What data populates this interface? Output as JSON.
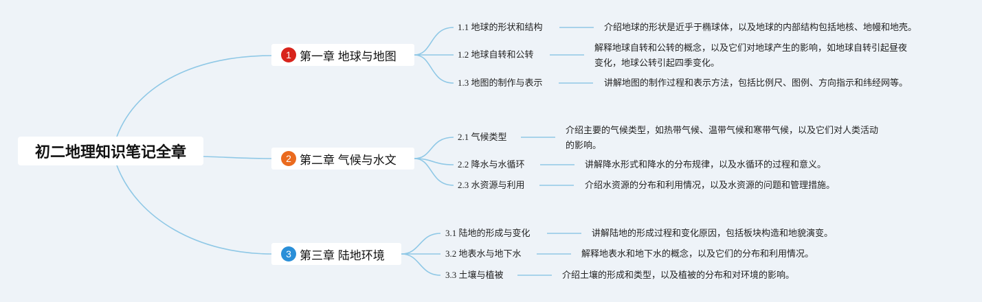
{
  "root": {
    "title": "初二地理知识笔记全章"
  },
  "chapters": [
    {
      "number": "1",
      "badge_color": "#d8241c",
      "title": "第一章 地球与地图",
      "sections": [
        {
          "label": "1.1 地球的形状和结构",
          "description": "介绍地球的形状是近乎于椭球体，以及地球的内部结构包括地核、地幔和地壳。"
        },
        {
          "label": "1.2 地球自转和公转",
          "description_lines": [
            "解释地球自转和公转的概念，以及它们对地球产生的影响，如地球自转引起昼夜",
            "变化，地球公转引起四季变化。"
          ]
        },
        {
          "label": "1.3 地图的制作与表示",
          "description": "讲解地图的制作过程和表示方法，包括比例尺、图例、方向指示和纬经网等。"
        }
      ]
    },
    {
      "number": "2",
      "badge_color": "#ea6a1e",
      "title": "第二章 气候与水文",
      "sections": [
        {
          "label": "2.1 气候类型",
          "description_lines": [
            "介绍主要的气候类型，如热带气候、温带气候和寒带气候，以及它们对人类活动",
            "的影响。"
          ]
        },
        {
          "label": "2.2 降水与水循环",
          "description": "讲解降水形式和降水的分布规律，以及水循环的过程和意义。"
        },
        {
          "label": "2.3 水资源与利用",
          "description": "介绍水资源的分布和利用情况，以及水资源的问题和管理措施。"
        }
      ]
    },
    {
      "number": "3",
      "badge_color": "#2a8fd8",
      "title": "第三章 陆地环境",
      "sections": [
        {
          "label": "3.1 陆地的形成与变化",
          "description": "讲解陆地的形成过程和变化原因，包括板块构造和地貌演变。"
        },
        {
          "label": "3.2 地表水与地下水",
          "description": "解释地表水和地下水的概念，以及它们的分布和利用情况。"
        },
        {
          "label": "3.3 土壤与植被",
          "description": "介绍土壤的形成和类型，以及植被的分布和对环境的影响。"
        }
      ]
    }
  ],
  "colors": {
    "connector": "#8fc8e6",
    "background": "#eef3f8"
  }
}
